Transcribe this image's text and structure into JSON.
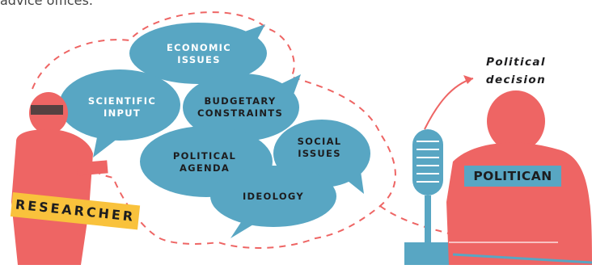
{
  "page": {
    "partial_text_top": "advice offices."
  },
  "bubbles": [
    {
      "id": "economic",
      "label": "ECONOMIC\nISSUES"
    },
    {
      "id": "scientific",
      "label": "SCIENTIFIC\nINPUT"
    },
    {
      "id": "budgetary",
      "label": "BUDGETARY\nCONSTRAINTS"
    },
    {
      "id": "social",
      "label": "SOCIAL\nISSUES"
    },
    {
      "id": "political-agenda",
      "label": "POLITICAL\nAGENDA"
    },
    {
      "id": "ideology",
      "label": "IDEOLOGY"
    }
  ],
  "researcher": {
    "label": "RESEARCHER"
  },
  "politician": {
    "label": "POLITICAN"
  },
  "outcome": {
    "label": "Political\ndecision"
  },
  "colors": {
    "bubble": "#58a6c3",
    "figure": "#ee6564",
    "tag_yellow": "#f9c23c",
    "dashed_outline": "#ee6564",
    "text_dark": "#1d1d1f"
  }
}
